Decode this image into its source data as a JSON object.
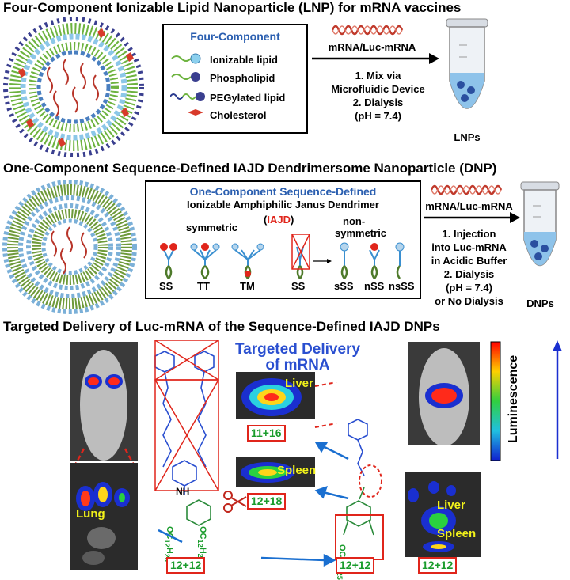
{
  "section1": {
    "title": "Four-Component Ionizable Lipid Nanoparticle (LNP) for mRNA vaccines",
    "legend": {
      "title": "Four-Component",
      "items": [
        "Ionizable lipid",
        "Phospholipid",
        "PEGylated lipid",
        "Cholesterol"
      ]
    },
    "mrna_label": "mRNA/Luc-mRNA",
    "steps": [
      "1. Mix via",
      "Microfluidic Device",
      "2. Dialysis",
      "(pH = 7.4)"
    ],
    "product": "LNPs"
  },
  "section2": {
    "title": "One-Component Sequence-Defined IAJD Dendrimersome Nanoparticle (DNP)",
    "box_title": "One-Component Sequence-Defined",
    "box_subtitle": "Ionizable Amphiphilic Janus Dendrimer",
    "abbr_open": "(",
    "abbr": "IAJD",
    "abbr_close": ")",
    "symmetric": "symmetric",
    "non_symmetric_1": "non-",
    "non_symmetric_2": "symmetric",
    "dendrimers": [
      "SS",
      "TT",
      "TM",
      "SS",
      "sSS",
      "nSS",
      "nsSS"
    ],
    "mrna_label": "mRNA/Luc-mRNA",
    "steps": [
      "1. Injection",
      "into Luc-mRNA",
      "in Acidic Buffer",
      "2. Dialysis",
      "(pH = 7.4)",
      "or No Dialysis"
    ],
    "product": "DNPs"
  },
  "section3": {
    "title": "Targeted Delivery of Luc-mRNA of the Sequence-Defined IAJD DNPs",
    "center_title_1": "Targeted Delivery",
    "center_title_2": "of mRNA",
    "luminescence": "Luminescence",
    "organs": {
      "lung": "Lung",
      "liver": "Liver",
      "spleen": "Spleen",
      "liver2": "Liver",
      "spleen2": "Spleen"
    },
    "numbers": [
      "11+16",
      "12+18",
      "12+12",
      "12+12",
      "12+12"
    ],
    "chem": {
      "nh": "NH",
      "o1": "OC",
      "sub1": "12",
      "h": "H",
      "sub2": "25"
    }
  },
  "colors": {
    "blue": "#2b5fb0",
    "red": "#e0251b",
    "green": "#1a9c2c",
    "yellow": "#f2f21a",
    "mrna": "#c0392b"
  }
}
